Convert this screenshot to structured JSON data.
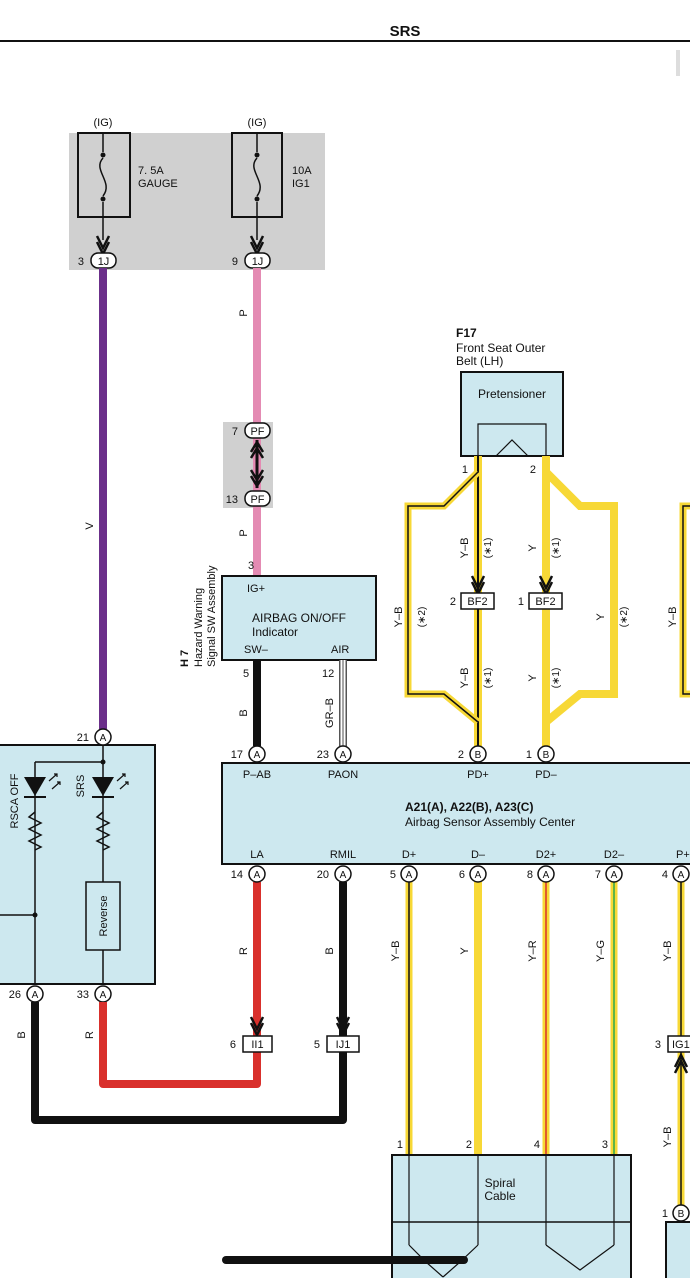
{
  "header": {
    "title": "SRS"
  },
  "fuses": {
    "gauge": {
      "supply": "(IG)",
      "rating": "7. 5A",
      "name": "GAUGE",
      "pin": "3",
      "conn": "1J"
    },
    "ig1": {
      "supply": "(IG)",
      "rating": "10A",
      "name": "IG1",
      "pin": "9",
      "conn": "1J"
    }
  },
  "wire_colors": {
    "v": "V",
    "p": "P",
    "b": "B",
    "grb": "GR–B",
    "yb": "Y–B",
    "y": "Y",
    "yr": "Y–R",
    "yg": "Y–G",
    "r": "R"
  },
  "pf": {
    "top_pin": "7",
    "bottom_pin": "13",
    "label": "PF"
  },
  "h7": {
    "code": "H 7",
    "title1": "Hazard Warning",
    "title2": "Signal SW Assembly",
    "ig_pin_num": "3",
    "ig_plus": "IG+",
    "line1": "AIRBAG ON/OFF",
    "line2": "Indicator",
    "sw_minus": "SW–",
    "air": "AIR",
    "pin_sw": "5",
    "pin_air": "12"
  },
  "f17": {
    "code": "F17",
    "title1": "Front Seat Outer",
    "title2": "Belt (LH)",
    "device": "Pretensioner",
    "pin1": "1",
    "pin2": "2"
  },
  "notes": {
    "n1": "(∗1)",
    "n2": "(∗2)"
  },
  "bf2": {
    "label": "BF2",
    "pin_left": "2",
    "pin_right": "1"
  },
  "a21": {
    "title": "A21(A), A22(B), A23(C)",
    "subtitle": "Airbag Sensor Assembly Center",
    "top_pins": [
      {
        "num": "17",
        "conn": "A",
        "label": "P–AB"
      },
      {
        "num": "23",
        "conn": "A",
        "label": "PAON"
      },
      {
        "num": "2",
        "conn": "B",
        "label": "PD+"
      },
      {
        "num": "1",
        "conn": "B",
        "label": "PD–"
      }
    ],
    "bottom_pins": [
      {
        "num": "14",
        "conn": "A",
        "label": "LA"
      },
      {
        "num": "20",
        "conn": "A",
        "label": "RMIL"
      },
      {
        "num": "5",
        "conn": "A",
        "label": "D+"
      },
      {
        "num": "6",
        "conn": "A",
        "label": "D–"
      },
      {
        "num": "8",
        "conn": "A",
        "label": "D2+"
      },
      {
        "num": "7",
        "conn": "A",
        "label": "D2–"
      },
      {
        "num": "4",
        "conn": "A",
        "label": "P+"
      }
    ]
  },
  "gauge_panel": {
    "pin_top_num": "21",
    "pin_top_conn": "A",
    "rsca_off": "RSCA OFF",
    "srs": "SRS",
    "reverse": "Reverse",
    "pin_b_num": "26",
    "pin_b_conn": "A",
    "pin_r_num": "33",
    "pin_r_conn": "A"
  },
  "junctions": {
    "ii1": {
      "pin": "6",
      "label": "II1"
    },
    "ij1": {
      "pin": "5",
      "label": "IJ1"
    },
    "ig1conn": {
      "pin": "3",
      "label": "IG1"
    }
  },
  "spiral": {
    "line1": "Spiral",
    "line2": "Cable",
    "pins": [
      "1",
      "2",
      "4",
      "3"
    ]
  },
  "right_edge": {
    "pin_b_num": "1",
    "pin_b_conn": "B"
  }
}
